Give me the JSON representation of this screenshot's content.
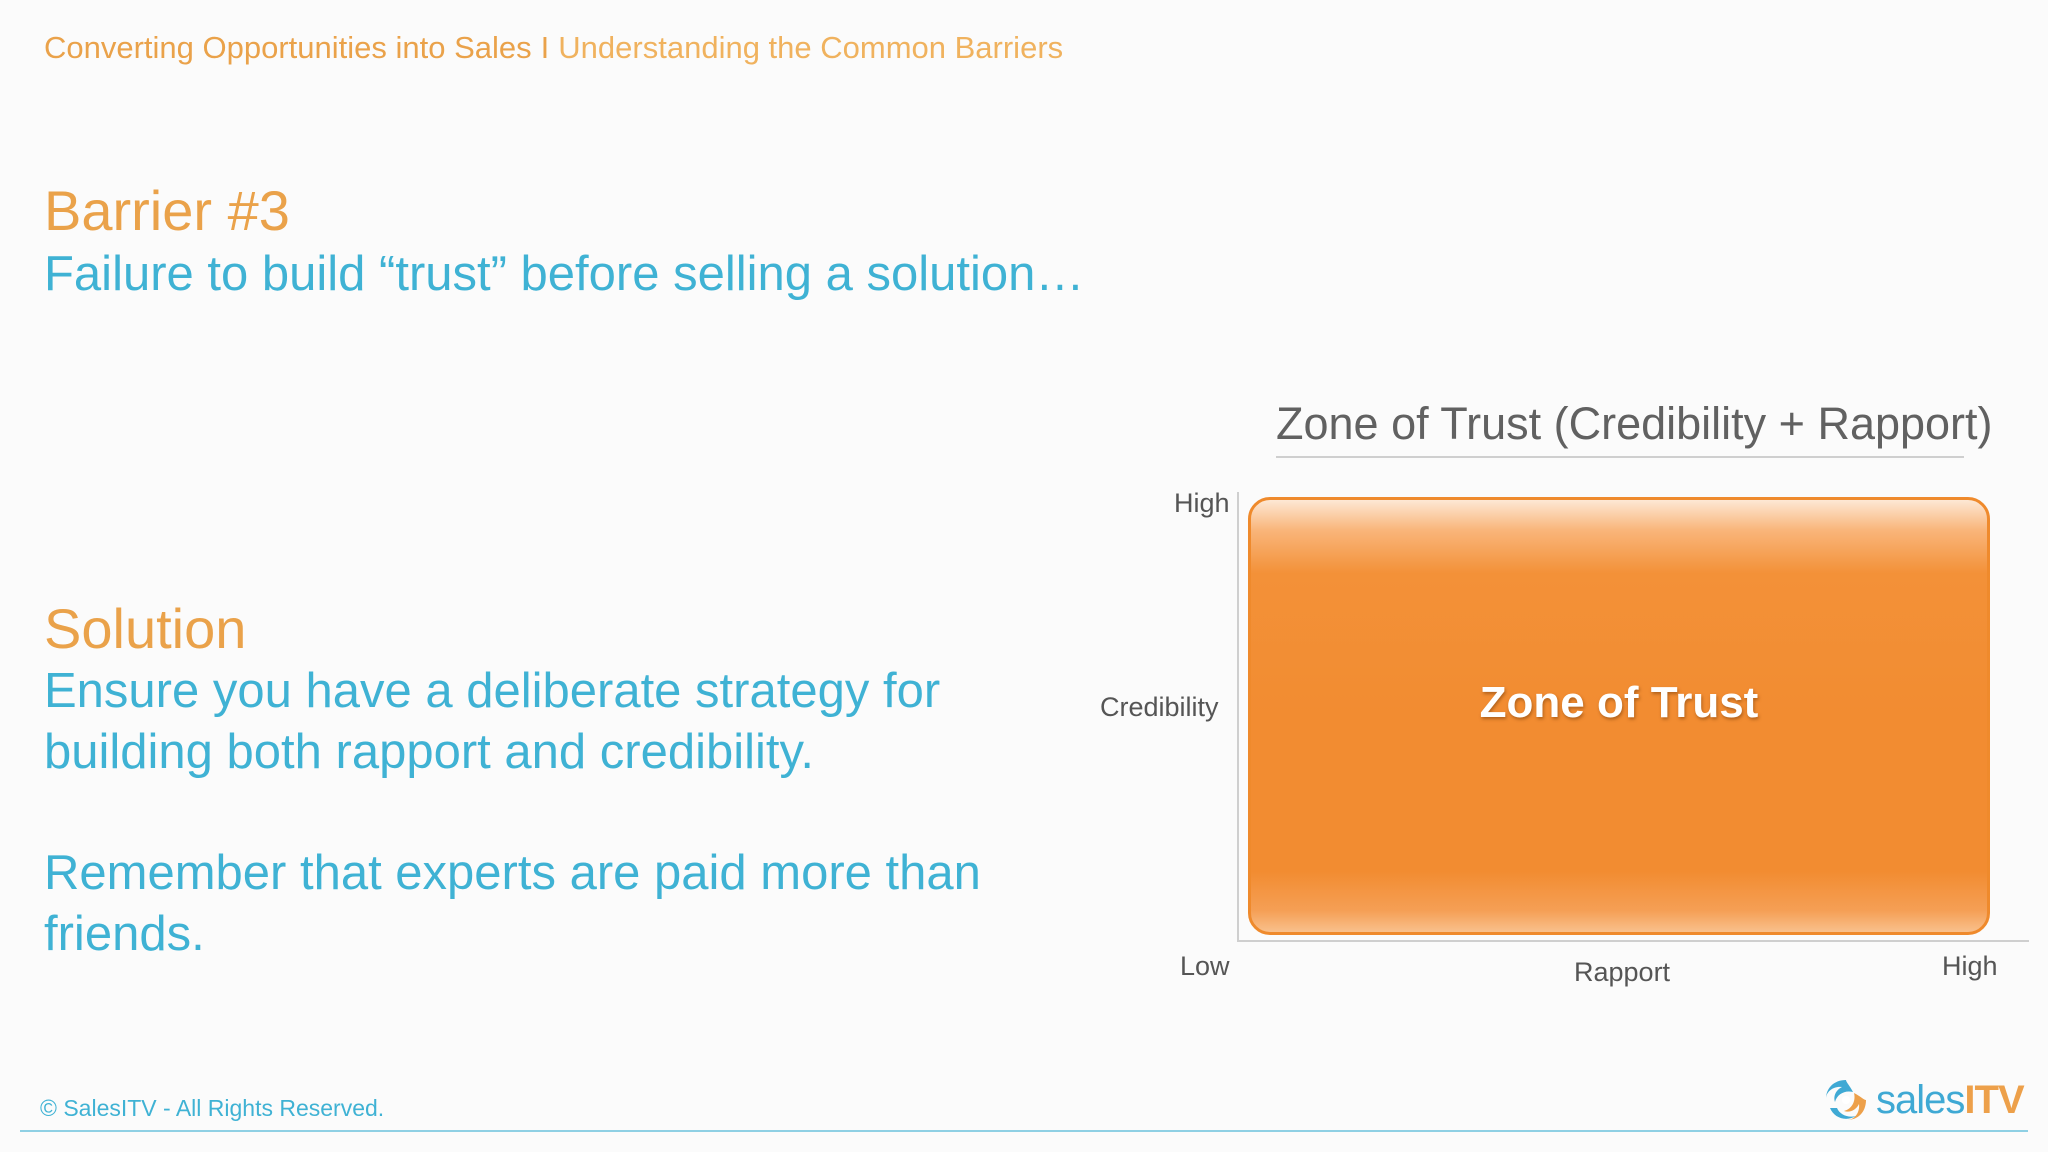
{
  "header": {
    "section": "Converting Opportunities into Sales",
    "separator": "I",
    "subsection": "Understanding the Common Barriers"
  },
  "barrier": {
    "heading": "Barrier #3",
    "text": "Failure to build “trust” before selling a solution…"
  },
  "solution": {
    "heading": "Solution",
    "paragraph1": "Ensure you have a deliberate strategy for building both rapport and credibility.",
    "paragraph2": "Remember that experts are paid more than friends."
  },
  "diagram": {
    "title": "Zone of Trust (Credibility + Rapport)",
    "y_axis_label": "Credibility",
    "y_high": "High",
    "origin_low": "Low",
    "x_axis_label": "Rapport",
    "x_high": "High",
    "zone_label": "Zone of Trust",
    "zone_color": "#f28c31"
  },
  "footer": {
    "copyright": "© SalesITV  - All Rights Reserved.",
    "logo_sales": "sales",
    "logo_itv": "ITV"
  },
  "colors": {
    "orange": "#eaa24a",
    "blue": "#3fb2d4"
  }
}
